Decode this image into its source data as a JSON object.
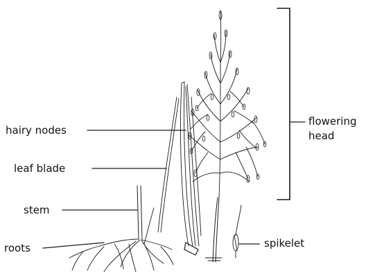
{
  "labels": {
    "hairy_nodes": "hairy nodes",
    "leaf_blade": "leaf blade",
    "stem": "stem",
    "roots": "roots",
    "spikelet": "spikelet",
    "flowering": "flowering",
    "head": "head"
  },
  "colors": {
    "ink": "#111111",
    "background": "#ffffff"
  }
}
